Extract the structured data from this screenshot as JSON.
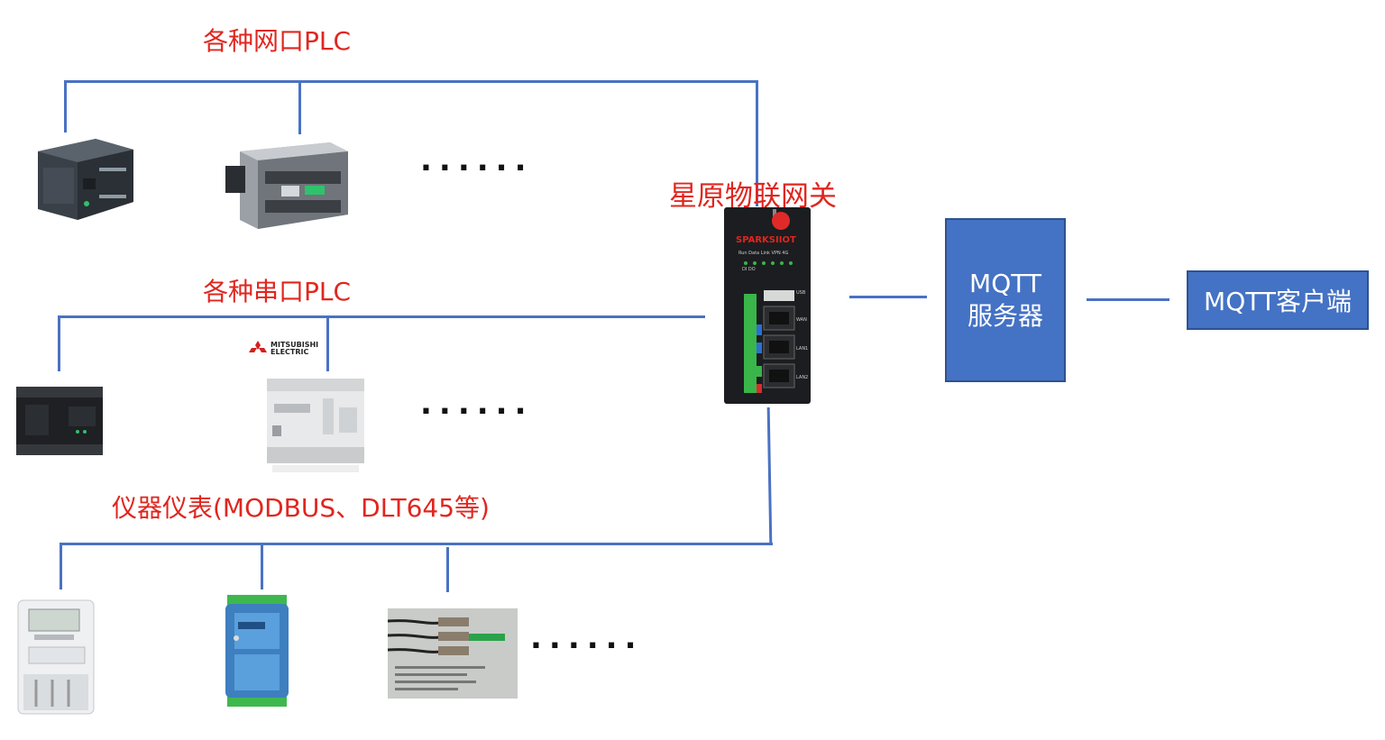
{
  "groups": {
    "ethernet_plc": {
      "label": "各种网口PLC",
      "more": "......"
    },
    "serial_plc": {
      "label": "各种串口PLC",
      "more": "......"
    },
    "meters": {
      "label": "仪器仪表(MODBUS、DLT645等)",
      "more": "......"
    }
  },
  "gateway": {
    "title": "星原物联网关",
    "brand": "SPARKSIIOT",
    "ports": [
      "USB",
      "WAN",
      "LAN1",
      "LAN2"
    ],
    "indicator_labels": "Run Data Link VPN 4G",
    "io_labels": "DI DO"
  },
  "mqtt_server": {
    "line1": "MQTT",
    "line2": "服务器"
  },
  "mqtt_client": {
    "label": "MQTT客户端"
  },
  "mitsubishi": {
    "line1": "MITSUBISHI",
    "line2": "ELECTRIC"
  },
  "colors": {
    "line": "#4a72c4",
    "accent_red": "#e0261f",
    "box_fill": "#4472c4"
  }
}
